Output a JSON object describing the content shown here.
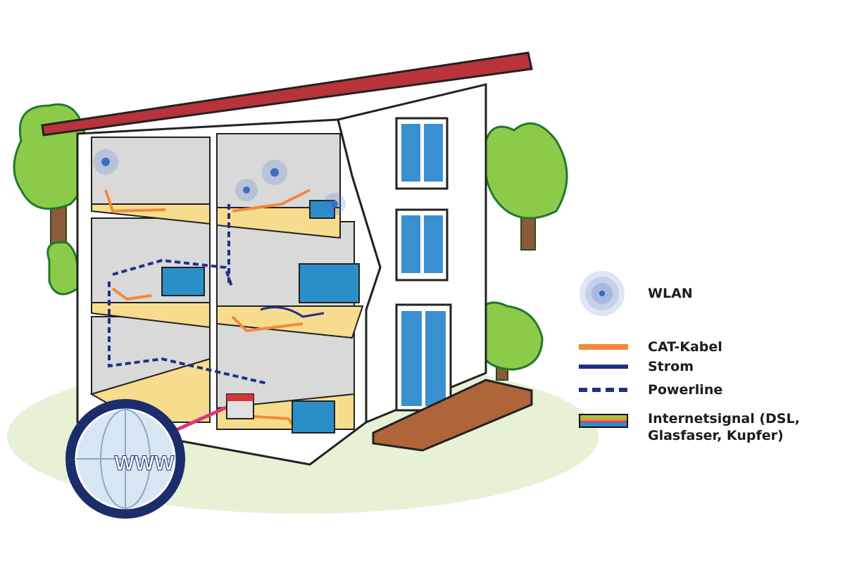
{
  "globe": {
    "label": "WWW"
  },
  "legend": {
    "items": [
      {
        "key": "wlan",
        "label": "WLAN",
        "icon": "wifi-signal-icon"
      },
      {
        "key": "cat",
        "label": "CAT-Kabel",
        "color": "#f5883a"
      },
      {
        "key": "strom",
        "label": "Strom",
        "color": "#1e2f8c"
      },
      {
        "key": "powerline",
        "label": "Powerline",
        "color": "#1e2f8c",
        "style": "dashed"
      },
      {
        "key": "internet",
        "label": "Internetsignal (DSL,",
        "label2": "Glasfaser, Kupfer)",
        "colors": [
          "#a6c43a",
          "#f5883a",
          "#d83a7a",
          "#2a8fc9"
        ]
      }
    ]
  },
  "colors": {
    "roof": "#b8333a",
    "floor": "#f7dc8e",
    "wall": "#ffffff",
    "interior": "#d9d9d9",
    "grass": "#e4f0d2",
    "tree": "#7dbf3c",
    "window": "#3a8fd0",
    "deck": "#b0643a",
    "globe_ring": "#1b2d6b"
  }
}
